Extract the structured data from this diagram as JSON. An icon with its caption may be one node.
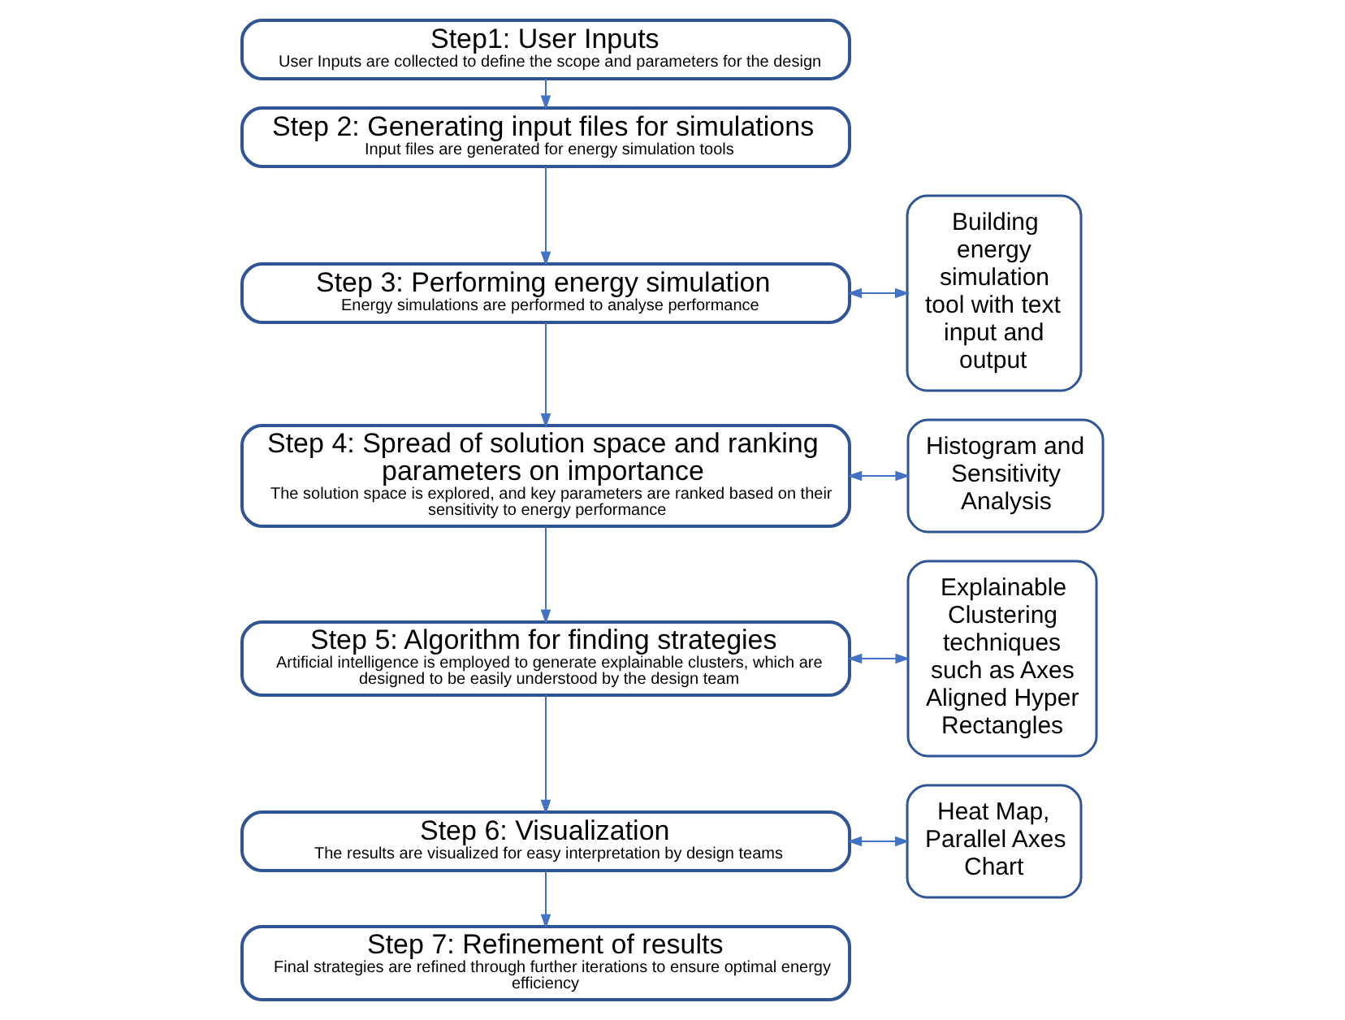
{
  "diagram": {
    "nodes": [
      {
        "text": [
          "Step1: User Inputs",
          "User Inputs are collected to define the scope and parameters for the design"
        ]
      },
      {
        "text": [
          "Step 2: Generating input files for simulations",
          "Input files are generated for energy simulation tools"
        ]
      },
      {
        "text": [
          "Step 3: Performing energy simulation",
          "Energy simulations are performed to analyse performance"
        ]
      },
      {
        "text": [
          "Building energy simulation tool with text input and output"
        ]
      },
      {
        "text": [
          "Histogram and Sensitivity Analysis"
        ]
      },
      {
        "text": [
          "Step 4: Spread of solution space and ranking parameters on importance",
          "The solution space is explored, and key parameters are ranked based on their sensitivity to energy performance"
        ]
      },
      {
        "text": [
          "Step 5: Algorithm for finding strategies",
          "Artificial intelligence is employed to generate explainable clusters, which are designed to be easily understood by the design team"
        ]
      },
      {
        "text": [
          "Explainable Clustering techniques such as Axes Aligned Hyper Rectangles"
        ]
      },
      {
        "text": [
          "Heat Map, Parallel Axes Chart"
        ]
      },
      {
        "text": [
          "Step 6: Visualization",
          "The results are visualized for easy interpretation by design teams"
        ]
      },
      {
        "text": [
          "Step 7: Refinement of results",
          "Final strategies are refined through further iterations to ensure optimal energy efficiency"
        ]
      }
    ],
    "edges": [
      {
        "from": 0,
        "to": 1,
        "arrow": "to"
      },
      {
        "from": 1,
        "to": 2,
        "arrow": "to"
      },
      {
        "from": 2,
        "to": 3,
        "arrow": "both"
      },
      {
        "from": 4,
        "to": 5,
        "arrow": "both"
      },
      {
        "from": 2,
        "to": 5,
        "arrow": "to"
      },
      {
        "from": 5,
        "to": 6,
        "arrow": "to"
      },
      {
        "from": 6,
        "to": 7,
        "arrow": "both"
      },
      {
        "from": 8,
        "to": 9,
        "arrow": "both"
      },
      {
        "from": 6,
        "to": 9,
        "arrow": "to"
      },
      {
        "from": 9,
        "to": 10,
        "arrow": "to"
      }
    ]
  }
}
